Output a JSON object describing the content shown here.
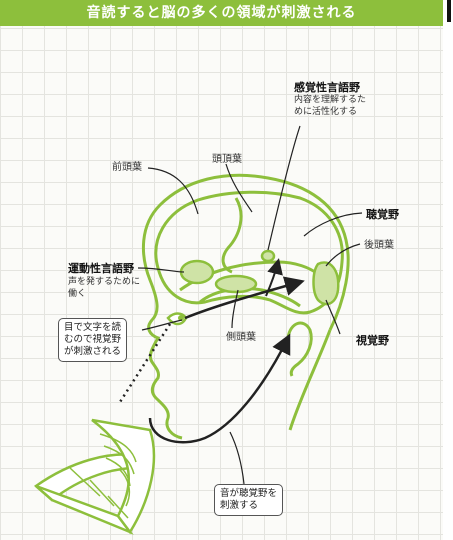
{
  "title": "音読すると脳の多くの領域が刺激される",
  "colors": {
    "accent": "#8dbf3c",
    "banner_text": "#ffffff",
    "line": "#222222",
    "area_fill": "#cfe3a6"
  },
  "regions": {
    "frontal": "前頭葉",
    "parietal": "頭頂葉",
    "temporal": "側頭葉",
    "occipital": "後頭葉",
    "auditory": "聴覚野",
    "visual": "視覚野"
  },
  "language_areas": {
    "sensory": {
      "name": "感覚性言語野",
      "desc_line1": "内容を理解するた",
      "desc_line2": "めに活性化する"
    },
    "motor": {
      "name": "運動性言語野",
      "desc_line1": "声を発するために",
      "desc_line2": "働く"
    }
  },
  "notes": {
    "visual_path": {
      "line1": "目で文字を読",
      "line2": "むので視覚野",
      "line3": "が刺激される"
    },
    "auditory_path": {
      "line1": "音が聴覚野を",
      "line2": "刺激する"
    }
  }
}
